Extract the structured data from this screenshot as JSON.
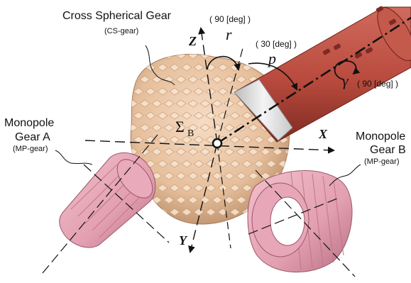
{
  "labels": {
    "cs_gear_title": "Cross Spherical Gear",
    "cs_gear_sub": "(CS-gear)",
    "mp_a_line1": "Monopole",
    "mp_a_line2": "Gear A",
    "mp_a_sub": "(MP-gear)",
    "mp_b_line1": "Monopole",
    "mp_b_line2": "Gear B",
    "mp_b_sub": "(MP-gear)"
  },
  "axes": {
    "x": "X",
    "y": "Y",
    "z": "Z",
    "sigma": "Σ",
    "sigma_sub": "B"
  },
  "parameters": {
    "r": "r",
    "p": "p",
    "gamma": "γ",
    "angle_top": "( 90 [deg] )",
    "angle_p": "( 30 [deg] )",
    "angle_gamma": "( 90 [deg] )"
  },
  "colors": {
    "cs_gear": "#e9c5a4",
    "cs_gear_shade": "#c9a07c",
    "mp_gear": "#e6a3b4",
    "mp_gear_shade": "#b7697f",
    "tool": "#b84a3d",
    "tool_shade": "#7e2a22",
    "collar": "#dcdcdc"
  },
  "icons": [
    "rotation-arrow-icon",
    "origin-point-icon"
  ]
}
